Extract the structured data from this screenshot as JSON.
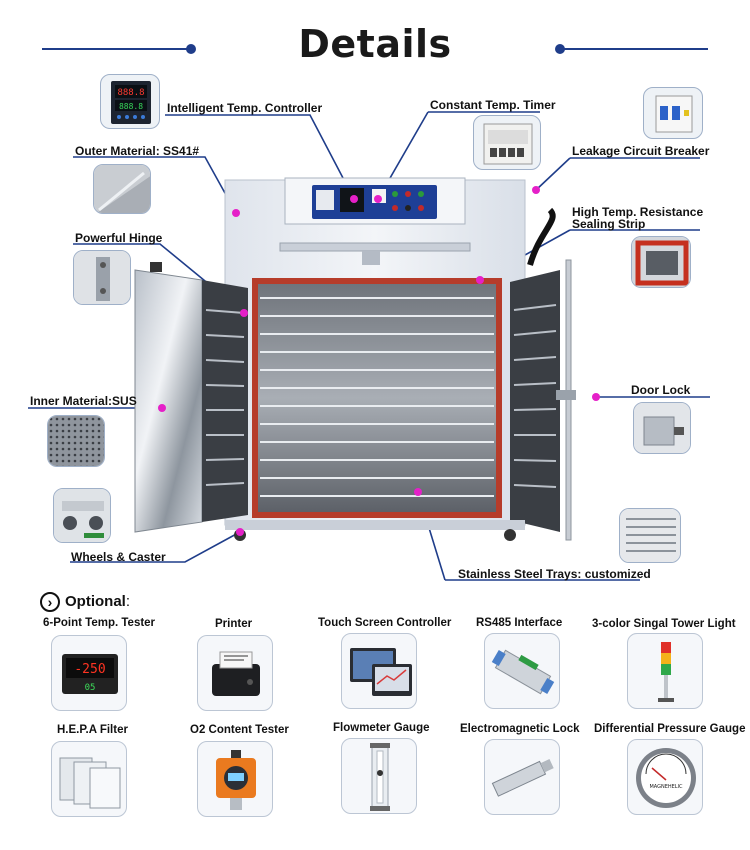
{
  "title": "Details",
  "callouts": {
    "temp_controller": "Intelligent Temp. Controller",
    "timer": "Constant Temp. Timer",
    "outer_material": "Outer Material: SS41#",
    "leakage_breaker": "Leakage Circuit Breaker",
    "sealing_strip_line1": "High Temp. Resistance",
    "sealing_strip_line2": "Sealing Strip",
    "hinge": "Powerful Hinge",
    "door_lock": "Door Lock",
    "inner_material": "Inner Material:SUS",
    "wheels": "Wheels & Caster",
    "trays": "Stainless Steel Trays: customized"
  },
  "controller_display": {
    "line1": "888.8",
    "line2": "888.8"
  },
  "optional": {
    "heading": "Optional",
    "heading_suffix": ":",
    "items": [
      {
        "label": "6-Point Temp. Tester",
        "readout1": "-250",
        "readout2": "05"
      },
      {
        "label": "Printer"
      },
      {
        "label": "Touch Screen Controller"
      },
      {
        "label": "RS485 Interface"
      },
      {
        "label": "3-color Singal Tower Light"
      },
      {
        "label": "H.E.P.A Filter"
      },
      {
        "label": "O2 Content Tester"
      },
      {
        "label": "Flowmeter Gauge"
      },
      {
        "label": "Electromagnetic Lock"
      },
      {
        "label": "Differential Pressure Gauge",
        "brand": "MAGNEHELIC"
      }
    ]
  },
  "colors": {
    "accent_blue": "#1f3d8a",
    "marker_magenta": "#e520c8",
    "cabinet": "#e8ecf2",
    "panel_blue": "#1e3f96"
  }
}
